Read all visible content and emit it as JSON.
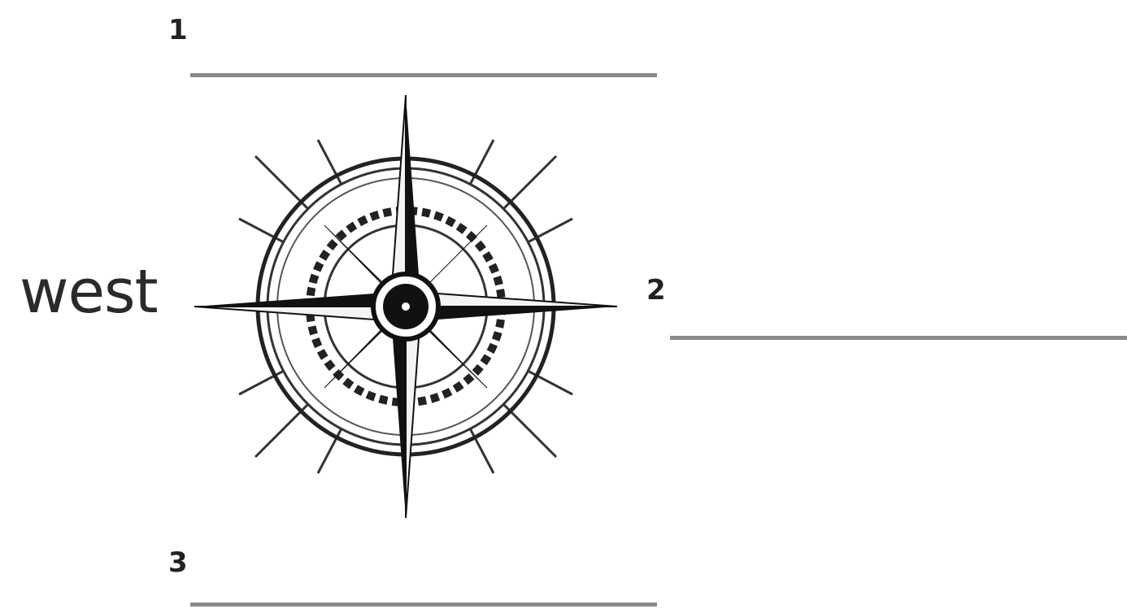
{
  "labels": {
    "blank_1_number": "1",
    "blank_2_number": "2",
    "blank_3_number": "3",
    "west": "west"
  },
  "compass": {
    "icon": "compass-rose-icon",
    "color": "#111111"
  },
  "colors": {
    "ink": "#1a1a1a",
    "blank_line": "#8a8a8a"
  }
}
